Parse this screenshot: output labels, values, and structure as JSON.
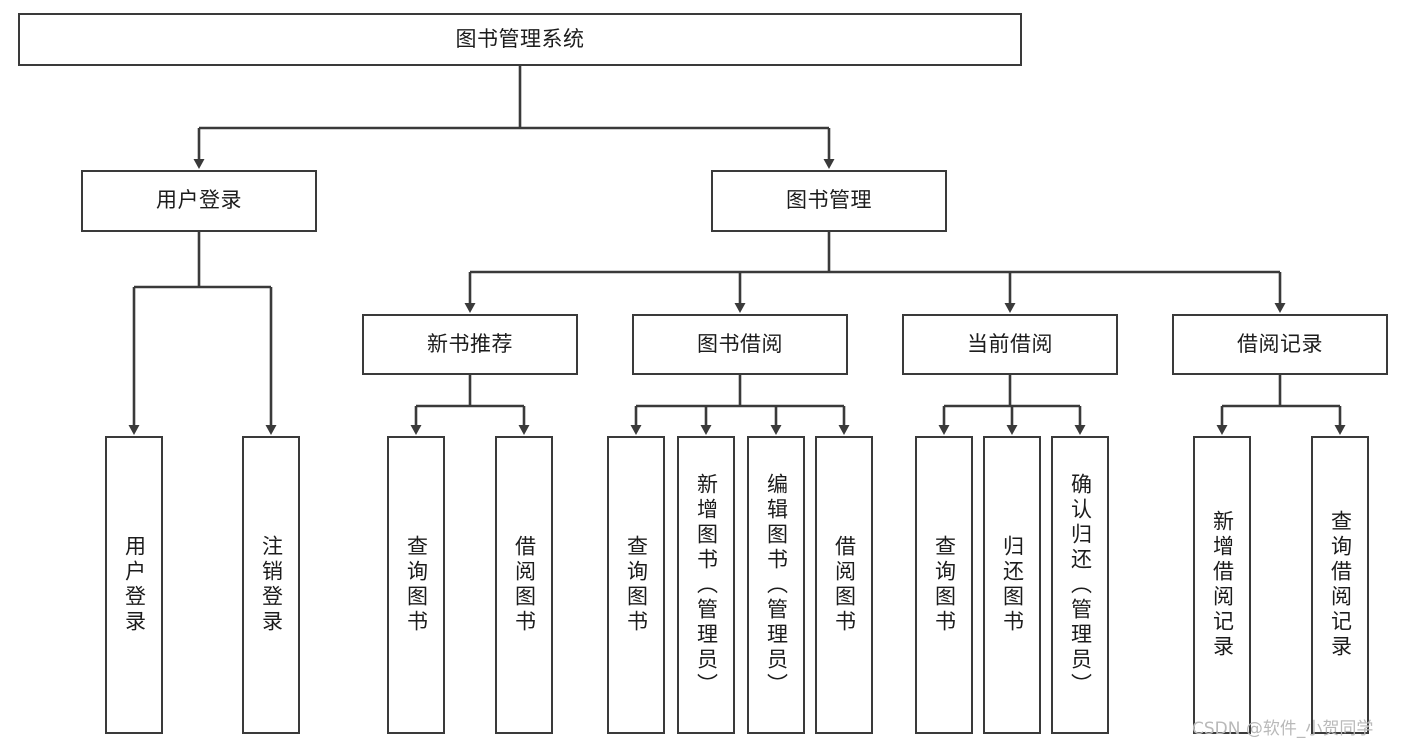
{
  "diagram": {
    "type": "tree-hierarchy-chart",
    "title": "图书管理系统",
    "line_color": "#3a3a3a",
    "box_fill": "#ffffff",
    "text_color": "#1c1c1c",
    "nodes": {
      "root": {
        "label": "图书管理系统"
      },
      "level2": [
        {
          "label": "用户登录"
        },
        {
          "label": "图书管理"
        }
      ],
      "level3": [
        {
          "label": "新书推荐"
        },
        {
          "label": "图书借阅"
        },
        {
          "label": "当前借阅"
        },
        {
          "label": "借阅记录"
        }
      ],
      "leaves": {
        "user_login": [
          {
            "label": "用户登录"
          },
          {
            "label": "注销登录"
          }
        ],
        "new_book_recommend": [
          {
            "label": "查询图书"
          },
          {
            "label": "借阅图书"
          }
        ],
        "book_borrow": [
          {
            "label": "查询图书"
          },
          {
            "label": "新增图书（管理员）"
          },
          {
            "label": "编辑图书（管理员）"
          },
          {
            "label": "借阅图书"
          }
        ],
        "current_borrow": [
          {
            "label": "查询图书"
          },
          {
            "label": "归还图书"
          },
          {
            "label": "确认归还（管理员）"
          }
        ],
        "borrow_record": [
          {
            "label": "新增借阅记录"
          },
          {
            "label": "查询借阅记录"
          }
        ]
      }
    }
  },
  "watermark": {
    "text": "CSDN @软件_小贺同学"
  }
}
